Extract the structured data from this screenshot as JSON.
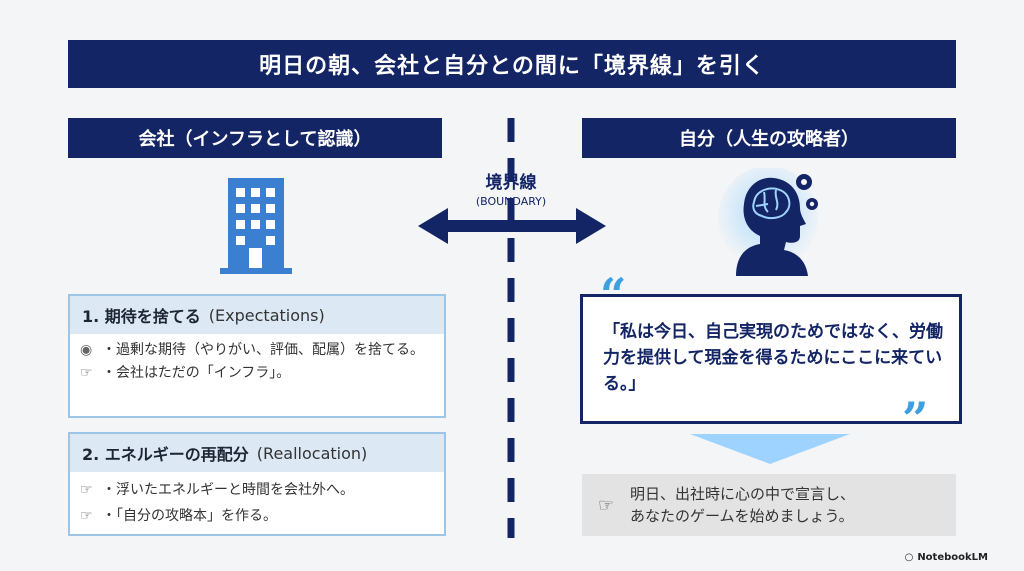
{
  "title": "明日の朝、会社と自分との間に「境界線」を引く",
  "left_header": "会社（インフラとして認識）",
  "right_header": "自分（人生の攻略者）",
  "boundary": {
    "label_jp": "境界線",
    "label_en": "(BOUNDARY)"
  },
  "box1": {
    "number": "1. 期待を捨てる",
    "english": "(Expectations)",
    "items": [
      {
        "icon": "thinking-head-icon",
        "text": "・過剰な期待（やりがい、評価、配属）を捨てる。"
      },
      {
        "icon": "pointing-hand-icon",
        "text": "・会社はただの「インフラ」。"
      }
    ]
  },
  "box2": {
    "number": "2. エネルギーの再配分",
    "english": "(Reallocation)",
    "items": [
      {
        "icon": "pointing-hand-icon",
        "text": "・浮いたエネルギーと時間を会社外へ。"
      },
      {
        "icon": "pointing-hand-icon",
        "text": "・「自分の攻略本」を作る。"
      }
    ]
  },
  "quote": {
    "open_mark": "“",
    "close_mark": "”",
    "text": "「私は今日、自己実現のためではなく、労働力を提供して現金を得るためにここに来ている。」"
  },
  "declaration": {
    "icon": "pointing-hand-icon",
    "line1": "明日、出社時に心の中で宣言し、",
    "line2": "あなたのゲームを始めましょう。"
  },
  "brand": "NotebookLM",
  "colors": {
    "navy": "#142565",
    "accent_blue": "#3da0e0",
    "light_blue": "#9dc6e6",
    "building_blue": "#3b7fd0"
  }
}
